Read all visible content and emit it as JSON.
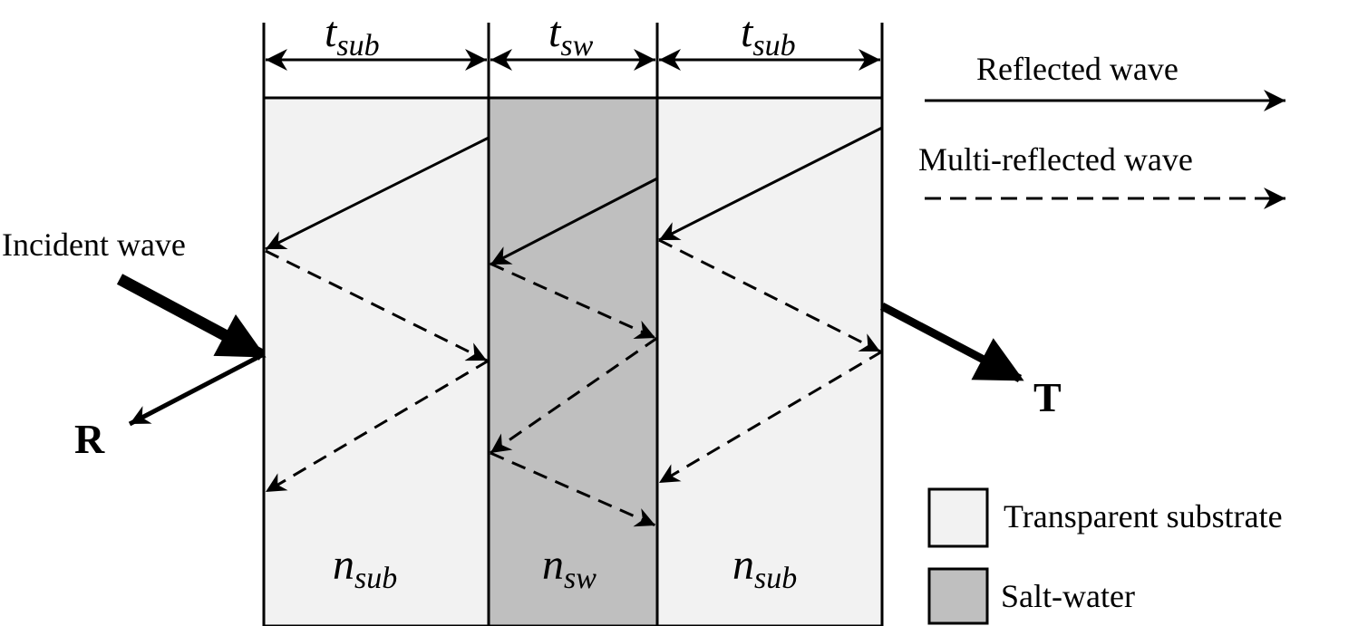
{
  "layers": [
    {
      "name": "substrate-left",
      "symbol": {
        "base": "n",
        "sub": "sub"
      },
      "thickness": {
        "base": "t",
        "sub": "sub"
      },
      "fill": "#f2f2f2"
    },
    {
      "name": "salt-water",
      "symbol": {
        "base": "n",
        "sub": "sw"
      },
      "thickness": {
        "base": "t",
        "sub": "sw"
      },
      "fill": "#bfbfbf"
    },
    {
      "name": "substrate-right",
      "symbol": {
        "base": "n",
        "sub": "sub"
      },
      "thickness": {
        "base": "t",
        "sub": "sub"
      },
      "fill": "#f2f2f2"
    }
  ],
  "labels": {
    "incident": "Incident wave",
    "reflected_out": "R",
    "transmitted_out": "T"
  },
  "legend": {
    "reflected_wave": "Reflected wave",
    "multi_reflected_wave": "Multi-reflected wave",
    "transparent_substrate": "Transparent substrate",
    "salt_water": "Salt-water"
  },
  "colors": {
    "substrate": "#f2f2f2",
    "salt_water": "#bfbfbf",
    "stroke": "#000000"
  }
}
